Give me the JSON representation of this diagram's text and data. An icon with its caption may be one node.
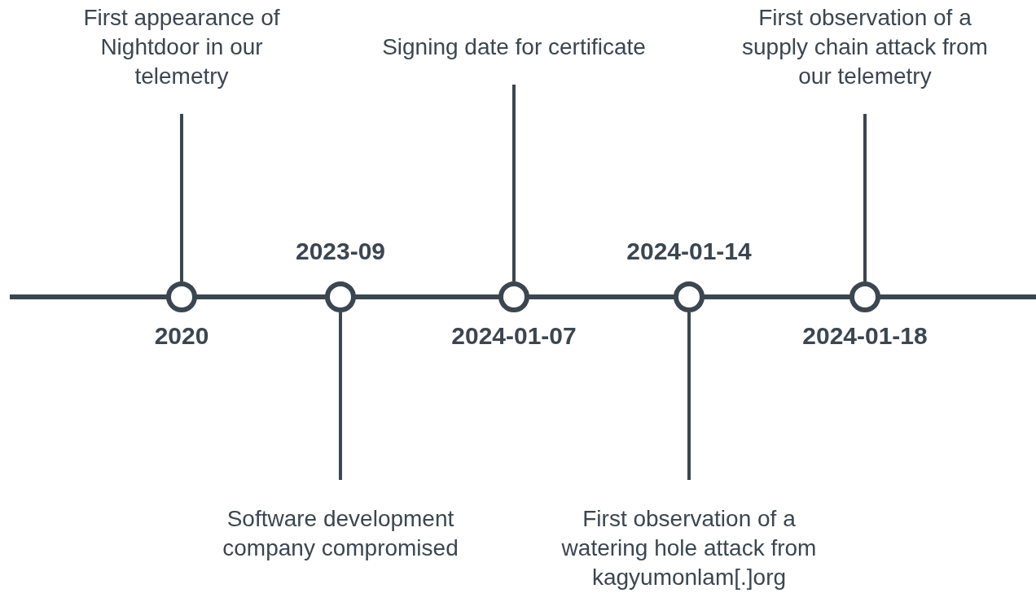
{
  "diagram": {
    "nodes": [
      {
        "text": [],
        "shape": "circle",
        "beside": [
          "2020"
        ]
      },
      {
        "text": [],
        "shape": "circle",
        "beside": [
          "2023-09"
        ]
      },
      {
        "text": [],
        "shape": "circle",
        "beside": [
          "2024-01-07"
        ]
      },
      {
        "text": [],
        "shape": "circle",
        "beside": [
          "2024-01-14"
        ]
      },
      {
        "text": [],
        "shape": "circle",
        "beside": [
          "2024-01-18"
        ]
      },
      {
        "text": [
          "First appearance of Nightdoor in our telemetry"
        ]
      },
      {
        "text": [
          "Software development company compromised"
        ]
      },
      {
        "text": [
          "Signing date for certificate"
        ]
      },
      {
        "text": [
          "First observation of a watering hole attack from kagyumonlam[.]org"
        ]
      },
      {
        "text": [
          "First observation of a supply chain attack from our telemetry"
        ]
      }
    ],
    "edges": [
      {
        "from": 5,
        "to": 0,
        "arrow": "none"
      },
      {
        "from": 6,
        "to": 1,
        "arrow": "none"
      },
      {
        "from": 7,
        "to": 2,
        "arrow": "none"
      },
      {
        "from": 8,
        "to": 3,
        "arrow": "none"
      },
      {
        "from": 9,
        "to": 4,
        "arrow": "none"
      }
    ]
  }
}
